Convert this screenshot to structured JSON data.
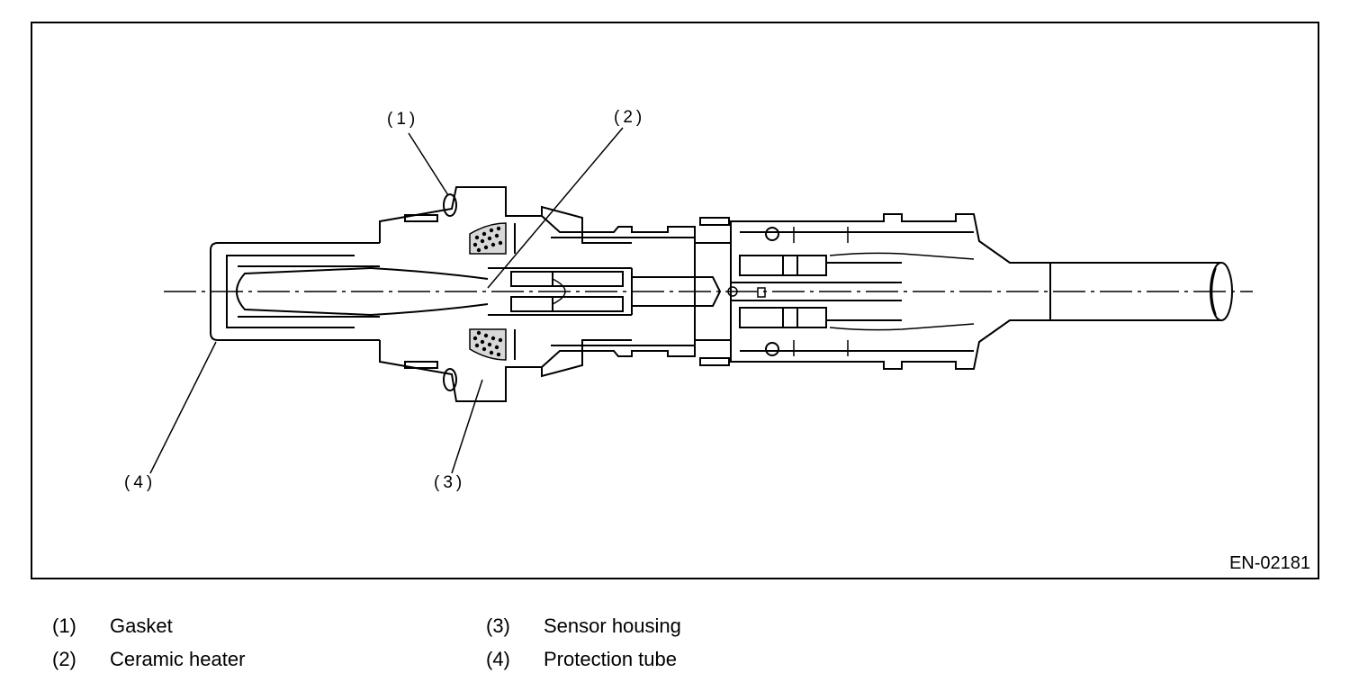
{
  "figure": {
    "id": "EN-02181",
    "callouts": {
      "c1": "(1)",
      "c2": "(2)",
      "c3": "(3)",
      "c4": "(4)"
    }
  },
  "legend": [
    {
      "num": "(1)",
      "text": "Gasket"
    },
    {
      "num": "(2)",
      "text": "Ceramic heater"
    },
    {
      "num": "(3)",
      "text": "Sensor housing"
    },
    {
      "num": "(4)",
      "text": "Protection tube"
    }
  ]
}
